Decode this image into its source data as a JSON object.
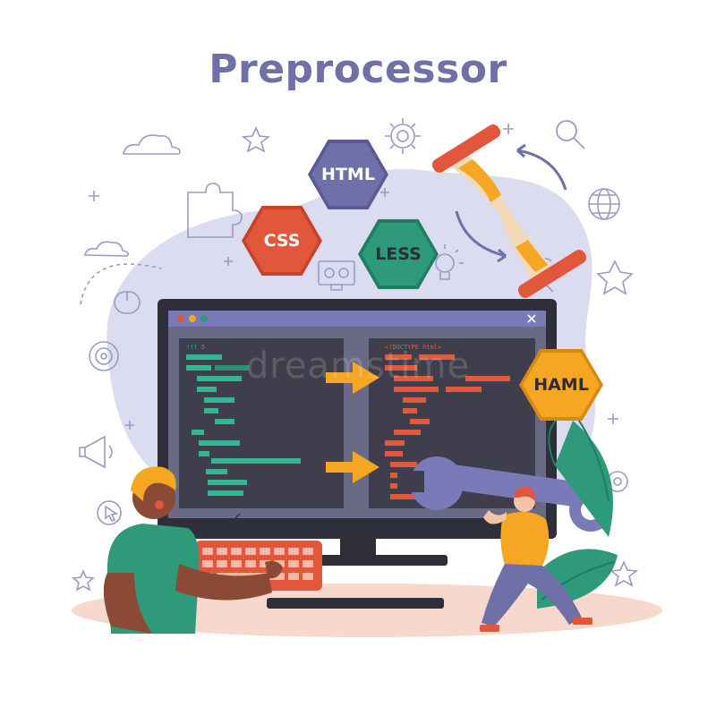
{
  "title": "Preprocessor",
  "watermark": "dreamstime",
  "badges": [
    {
      "label": "HTML",
      "fill": "#6f70a8",
      "ring": "#5a5b95"
    },
    {
      "label": "CSS",
      "fill": "#e2573b",
      "ring": "#c6432a"
    },
    {
      "label": "LESS",
      "fill": "#2e9a7a",
      "ring": "#1f7d62"
    },
    {
      "label": "HAML",
      "fill": "#f5a623",
      "ring": "#d68a10"
    }
  ],
  "code": {
    "left_header": "!!! 5",
    "right_header": "<!DOCTYPE html>"
  },
  "colors": {
    "title": "#6f70a8",
    "accent_purple": "#7a7ab8",
    "blob": "#dcdcf0",
    "monitor_frame": "#2f2f3a",
    "screen_bg": "#6a6a86",
    "code_panel": "#3e3e4c",
    "code_green": "#33b594",
    "code_orange": "#e25a3a",
    "arrow": "#f5a623",
    "floor": "#f7d8cc",
    "leaf": "#2e9a7a",
    "skin_dark": "#8b4a35",
    "shirt_green": "#2e9a7a",
    "hair_orange": "#f5a623",
    "pants": "#6f70a8"
  }
}
